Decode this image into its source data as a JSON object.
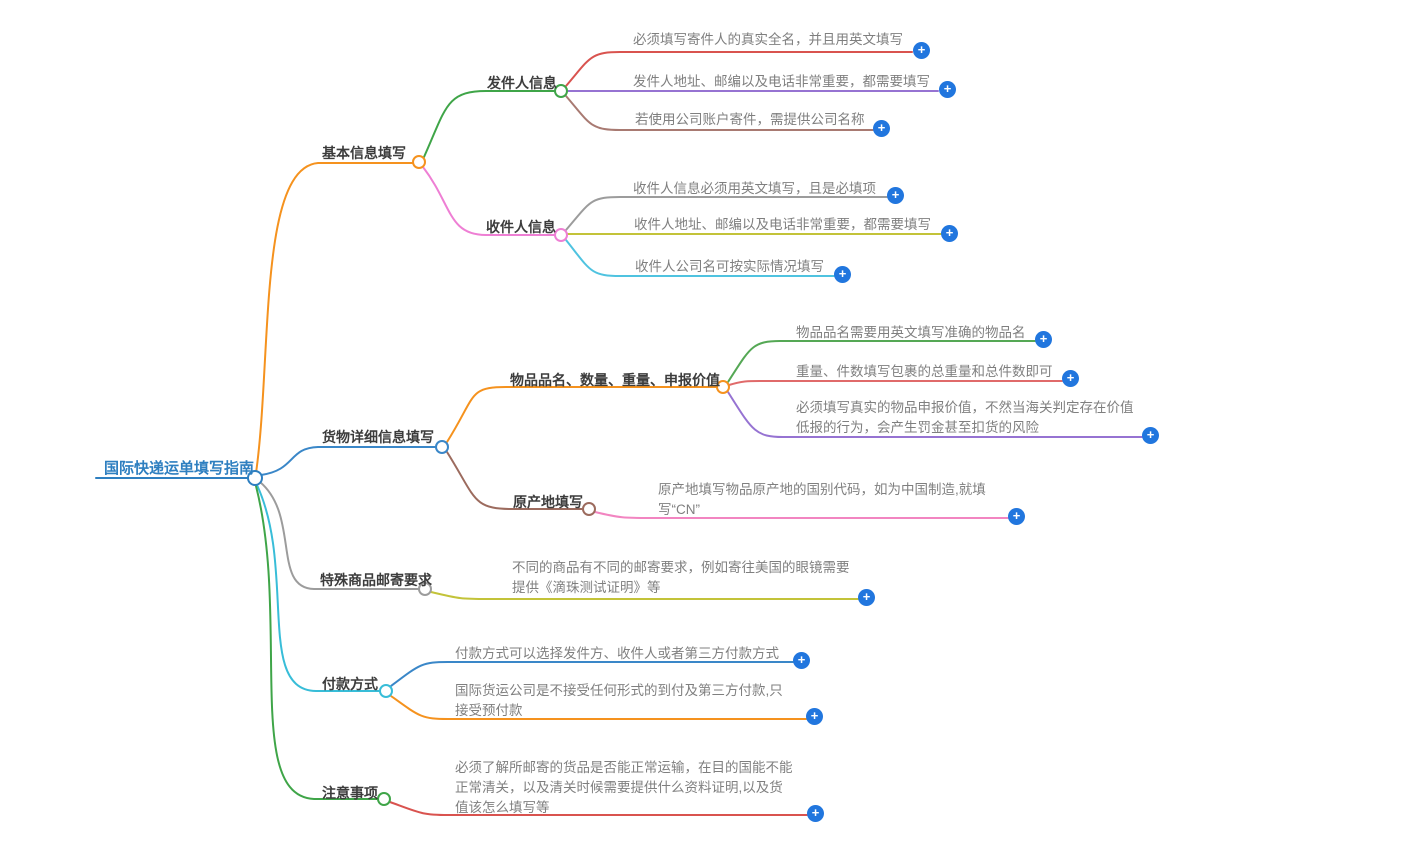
{
  "root": {
    "label": "国际快递运单填写指南",
    "color": "#2e7fc0"
  },
  "expand_icon": {
    "glyph": "+",
    "color": "#2176de"
  },
  "branches": [
    {
      "label": "基本信息填写",
      "color": "#f5921e",
      "children": [
        {
          "label": "发件人信息",
          "color": "#3fa548",
          "children": [
            {
              "text": "必须填写寄件人的真实全名，并且用英文填写",
              "color": "#d9534f"
            },
            {
              "text": "发件人地址、邮编以及电话非常重要，都需要填写",
              "color": "#9673d2"
            },
            {
              "text": "若使用公司账户寄件，需提供公司名称",
              "color": "#a87a72"
            }
          ]
        },
        {
          "label": "收件人信息",
          "color": "#ee7fd4",
          "children": [
            {
              "text": "收件人信息必须用英文填写，且是必填项",
              "color": "#9c9c9c"
            },
            {
              "text": "收件人地址、邮编以及电话非常重要，都需要填写",
              "color": "#c3c339"
            },
            {
              "text": "收件人公司名可按实际情况填写",
              "color": "#4fc3e0"
            }
          ]
        }
      ]
    },
    {
      "label": "货物详细信息填写",
      "color": "#3a87c8",
      "children": [
        {
          "label": "物品品名、数量、重量、申报价值",
          "color": "#f5921e",
          "children": [
            {
              "text": "物品品名需要用英文填写准确的物品名",
              "color": "#55a855"
            },
            {
              "text": "重量、件数填写包裹的总重量和总件数即可",
              "color": "#e06a6a"
            },
            {
              "text": "必须填写真实的物品申报价值，不然当海关判定存在价值低报的行为，会产生罚金甚至扣货的风险",
              "color": "#9673d2"
            }
          ]
        },
        {
          "label": "原产地填写",
          "color": "#9c6b5e",
          "children": [
            {
              "text": "原产地填写物品原产地的国别代码，如为中国制造,就填写“CN”",
              "color": "#f285c1"
            }
          ]
        }
      ]
    },
    {
      "label": "特殊商品邮寄要求",
      "color": "#9c9c9c",
      "children": [
        {
          "text": "不同的商品有不同的邮寄要求，例如寄往美国的眼镜需要提供《滴珠测试证明》等",
          "color": "#c3c339"
        }
      ]
    },
    {
      "label": "付款方式",
      "color": "#38bdd8",
      "children": [
        {
          "text": "付款方式可以选择发件方、收件人或者第三方付款方式",
          "color": "#3a87c8"
        },
        {
          "text": "国际货运公司是不接受任何形式的到付及第三方付款,只接受预付款",
          "color": "#f5921e"
        }
      ]
    },
    {
      "label": "注意事项",
      "color": "#3fa548",
      "children": [
        {
          "text": "必须了解所邮寄的货品是否能正常运输，在目的国能不能正常清关，以及清关时候需要提供什么资料证明,以及货值该怎么填写等",
          "color": "#d9534f"
        }
      ]
    }
  ]
}
